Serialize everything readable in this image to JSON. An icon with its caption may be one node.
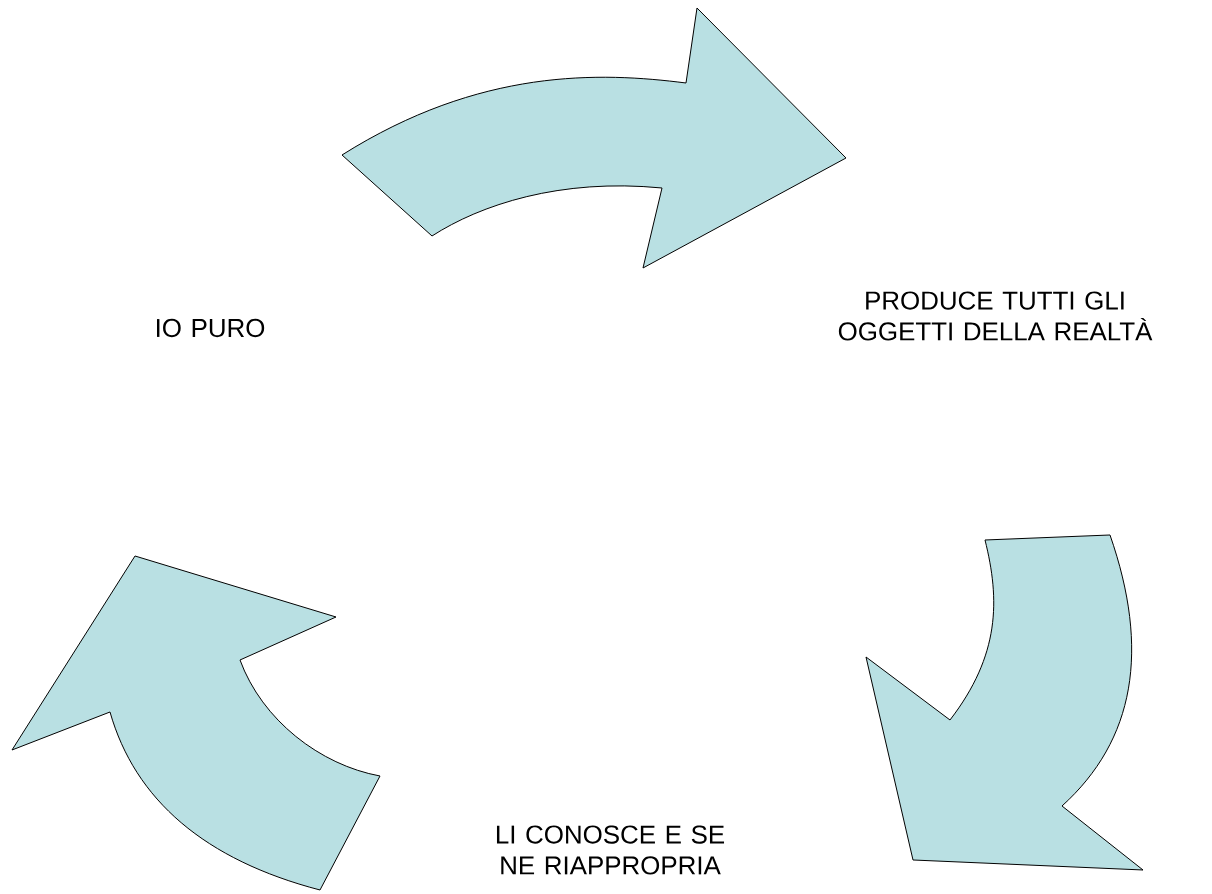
{
  "diagram": {
    "nodes": [
      {
        "text": [
          "IO PURO"
        ]
      },
      {
        "text": [
          "PRODUCE TUTTI GLI OGGETTI DELLA REALTÀ"
        ]
      },
      {
        "text": [
          "LI CONOSCE E SE NE RIAPPROPRIA"
        ]
      }
    ],
    "edges": [
      {
        "from": 0,
        "to": 1,
        "arrow": "to"
      },
      {
        "from": 1,
        "to": 2,
        "arrow": "to"
      },
      {
        "from": 2,
        "to": 0,
        "arrow": "to"
      }
    ]
  }
}
